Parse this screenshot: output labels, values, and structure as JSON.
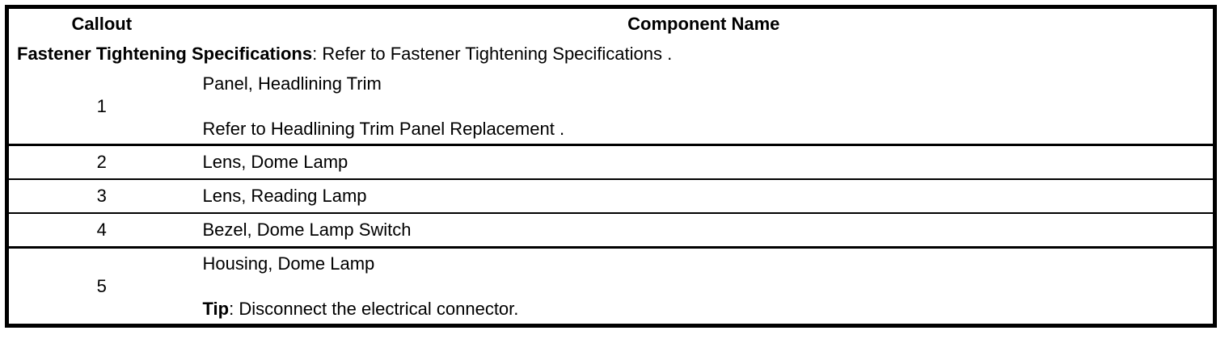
{
  "table": {
    "headers": {
      "callout": "Callout",
      "component": "Component Name"
    },
    "spec_note": {
      "bold_prefix": "Fastener Tightening Specifications",
      "rest": ": Refer to Fastener Tightening Specifications ."
    },
    "rows": [
      {
        "callout": "1",
        "line1": "Panel, Headlining Trim",
        "line2_bold": "",
        "line2": "Refer to Headlining Trim Panel Replacement ."
      },
      {
        "callout": "2",
        "line1": "Lens, Dome Lamp",
        "line2_bold": "",
        "line2": ""
      },
      {
        "callout": "3",
        "line1": "Lens, Reading Lamp",
        "line2_bold": "",
        "line2": ""
      },
      {
        "callout": "4",
        "line1": "Bezel, Dome Lamp Switch",
        "line2_bold": "",
        "line2": ""
      },
      {
        "callout": "5",
        "line1": "Housing, Dome Lamp",
        "line2_bold": "Tip",
        "line2": ": Disconnect the electrical connector."
      }
    ]
  },
  "colors": {
    "border": "#000000",
    "text": "#000000",
    "background": "#ffffff"
  }
}
